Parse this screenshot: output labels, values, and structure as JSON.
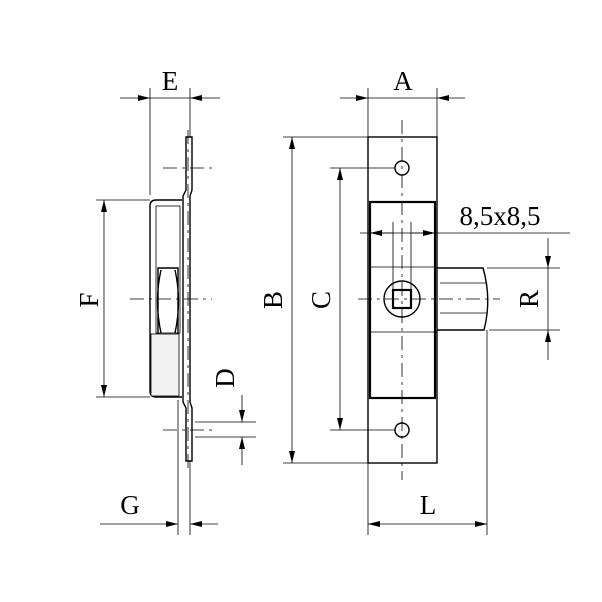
{
  "drawing": {
    "labels": {
      "A": "A",
      "B": "B",
      "C": "C",
      "D": "D",
      "E": "E",
      "F": "F",
      "G": "G",
      "L": "L",
      "R": "R",
      "square": "8,5x8,5"
    }
  }
}
